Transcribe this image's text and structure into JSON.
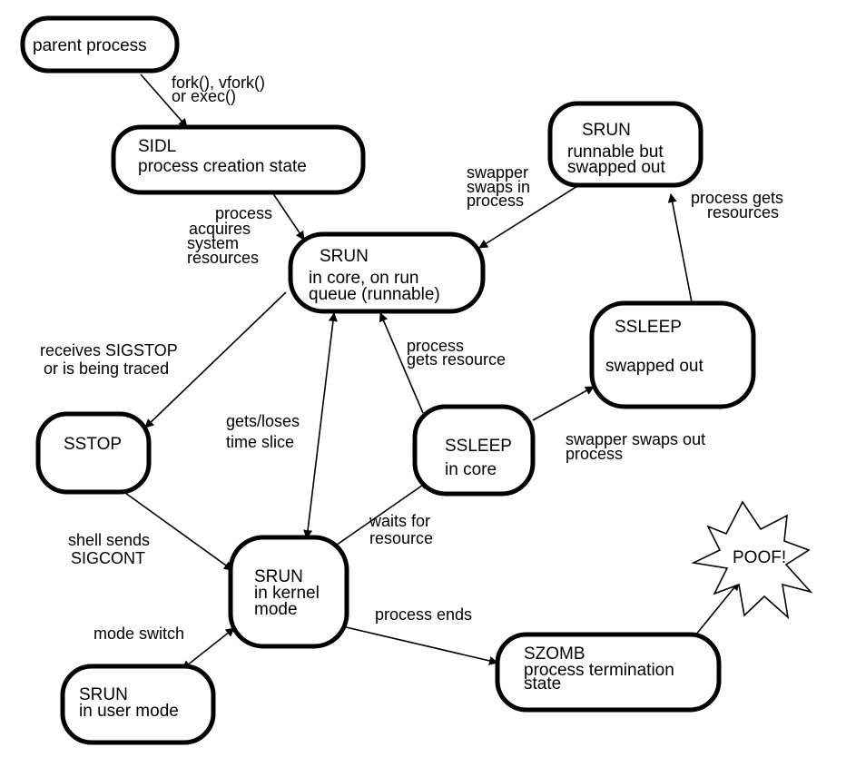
{
  "nodes": {
    "parent": {
      "lines": [
        "parent process"
      ]
    },
    "sidl": {
      "lines": [
        "SIDL",
        "process creation state"
      ]
    },
    "srun_swapped": {
      "lines": [
        "SRUN",
        "runnable but",
        "swapped out"
      ]
    },
    "srun_core": {
      "lines": [
        "SRUN",
        "in core, on run",
        "queue (runnable)"
      ]
    },
    "ssleep_swapped": {
      "lines": [
        "SSLEEP",
        "swapped out"
      ]
    },
    "sstop": {
      "lines": [
        "SSTOP"
      ]
    },
    "ssleep_core": {
      "lines": [
        "SSLEEP",
        "in core"
      ]
    },
    "srun_kernel": {
      "lines": [
        "SRUN",
        "in kernel",
        "mode"
      ]
    },
    "srun_user": {
      "lines": [
        "SRUN",
        "in user mode"
      ]
    },
    "szomb": {
      "lines": [
        "SZOMB",
        "process termination",
        "state"
      ]
    },
    "poof": {
      "lines": [
        "POOF!"
      ]
    }
  },
  "edges": {
    "fork": {
      "lines": [
        "fork(), vfork()",
        "or exec()"
      ]
    },
    "acquires": {
      "lines": [
        "process",
        "acquires",
        "system",
        "resources"
      ]
    },
    "swapper_in": {
      "lines": [
        "swapper",
        "swaps in",
        "process"
      ]
    },
    "gets_resources": {
      "lines": [
        "process gets",
        "resources"
      ]
    },
    "sigstop": {
      "lines": [
        "receives SIGSTOP",
        "or is being traced"
      ]
    },
    "gets_resource": {
      "lines": [
        "process",
        "gets resource"
      ]
    },
    "time_slice": {
      "lines": [
        "gets/loses",
        "time slice"
      ]
    },
    "swapper_out": {
      "lines": [
        "swapper swaps out",
        "process"
      ]
    },
    "sigcont": {
      "lines": [
        "shell sends",
        "SIGCONT"
      ]
    },
    "waits": {
      "lines": [
        "waits for",
        "resource"
      ]
    },
    "process_ends": {
      "lines": [
        "process ends"
      ]
    },
    "mode_switch": {
      "lines": [
        "mode switch"
      ]
    }
  }
}
